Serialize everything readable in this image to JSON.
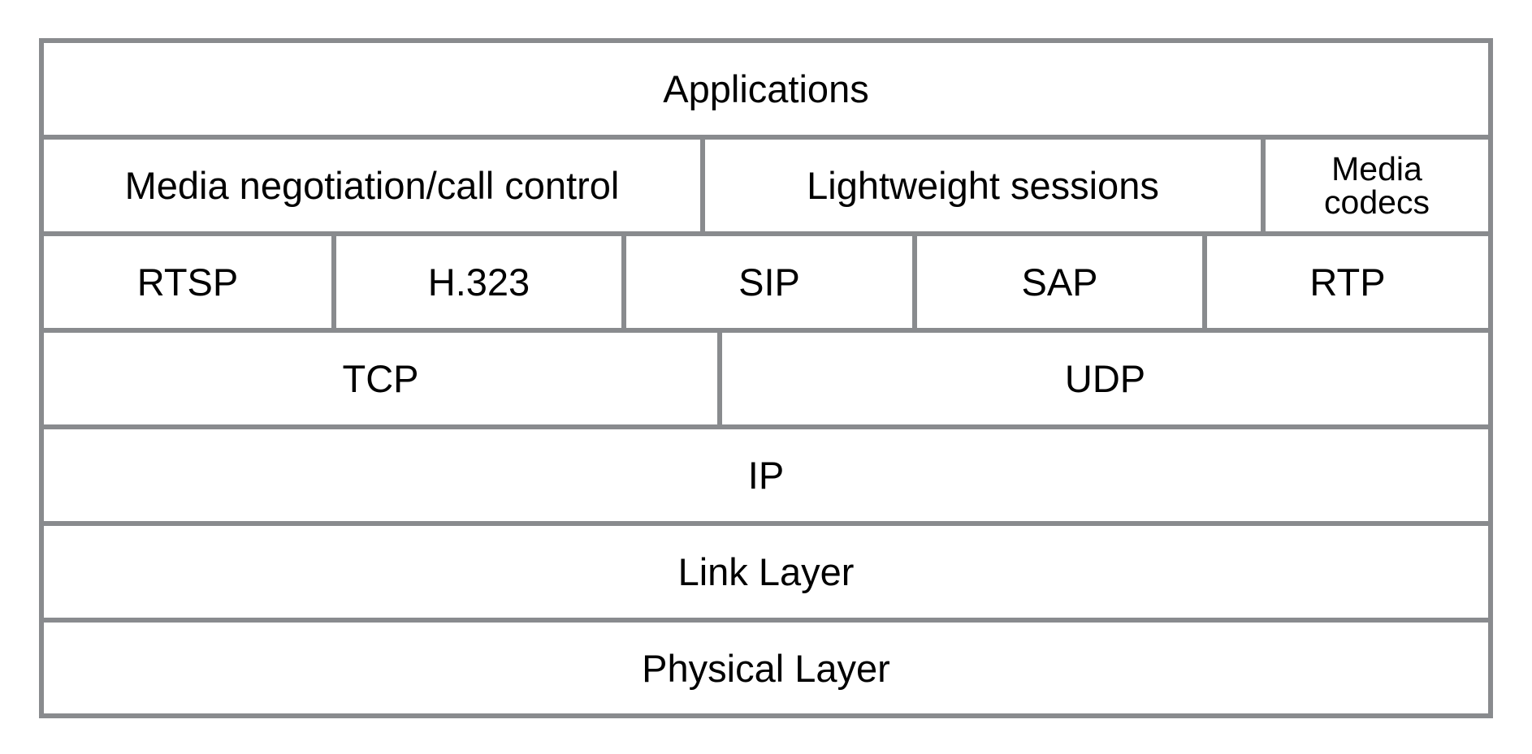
{
  "diagram": {
    "layers": [
      {
        "cells": [
          {
            "label": "Applications"
          }
        ]
      },
      {
        "cells": [
          {
            "label": "Media negotiation/call control"
          },
          {
            "label": "Lightweight sessions"
          },
          {
            "label_lines": [
              "Media",
              "codecs"
            ]
          }
        ]
      },
      {
        "cells": [
          {
            "label": "RTSP"
          },
          {
            "label": "H.323"
          },
          {
            "label": "SIP"
          },
          {
            "label": "SAP"
          },
          {
            "label": "RTP"
          }
        ]
      },
      {
        "cells": [
          {
            "label": "TCP"
          },
          {
            "label": "UDP"
          }
        ]
      },
      {
        "cells": [
          {
            "label": "IP"
          }
        ]
      },
      {
        "cells": [
          {
            "label": "Link Layer"
          }
        ]
      },
      {
        "cells": [
          {
            "label": "Physical Layer"
          }
        ]
      }
    ],
    "border_color": "#898b8e",
    "background_color": "#ffffff",
    "text_color": "#000000"
  }
}
